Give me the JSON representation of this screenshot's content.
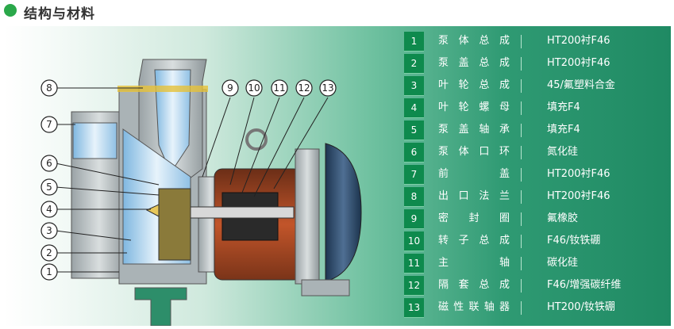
{
  "header": {
    "title": "结构与材料"
  },
  "callouts": [
    "1",
    "2",
    "3",
    "4",
    "5",
    "6",
    "7",
    "8",
    "9",
    "10",
    "11",
    "12",
    "13"
  ],
  "legend": [
    {
      "num": "1",
      "name": "泵体总成",
      "material": "HT200衬F46"
    },
    {
      "num": "2",
      "name": "泵盖总成",
      "material": "HT200衬F46"
    },
    {
      "num": "3",
      "name": "叶轮总成",
      "material": "45/氟塑料合金"
    },
    {
      "num": "4",
      "name": "叶轮螺母",
      "material": "填充F4"
    },
    {
      "num": "5",
      "name": "泵盖轴承",
      "material": "填充F4"
    },
    {
      "num": "6",
      "name": "泵体口环",
      "material": "氮化硅"
    },
    {
      "num": "7",
      "name": "前盖",
      "material": "HT200衬F46"
    },
    {
      "num": "8",
      "name": "出口法兰",
      "material": "HT200衬F46"
    },
    {
      "num": "9",
      "name": "密封圈",
      "material": "氟橡胶"
    },
    {
      "num": "10",
      "name": "转子总成",
      "material": "F46/钕铁硼"
    },
    {
      "num": "11",
      "name": "主轴",
      "material": "碳化硅"
    },
    {
      "num": "12",
      "name": "隔套总成",
      "material": "F46/增强碳纤维"
    },
    {
      "num": "13",
      "name": "磁性联轴器",
      "material": "HT200/钕铁硼"
    }
  ],
  "colors": {
    "accent": "#0e8a4d",
    "header_dot": "#2aa84a"
  }
}
